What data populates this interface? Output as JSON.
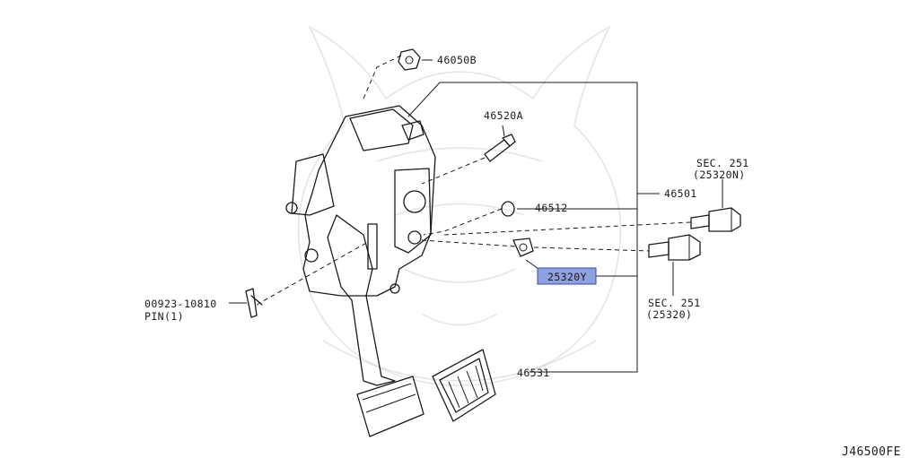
{
  "diagram": {
    "code": "J46500FE",
    "highlight_color": "#8fa0e0",
    "callouts": [
      {
        "id": "46050B",
        "text": "46050B"
      },
      {
        "id": "46520A",
        "text": "46520A"
      },
      {
        "id": "46501",
        "text": "46501"
      },
      {
        "id": "46512",
        "text": "46512"
      },
      {
        "id": "25320Y",
        "text": "25320Y",
        "highlighted": true
      },
      {
        "id": "46531",
        "text": "46531"
      },
      {
        "id": "pin",
        "text": "00923-10810",
        "sub": "PIN(1)"
      },
      {
        "id": "sec251_n",
        "text": "SEC. 251",
        "sub": "(25320N)"
      },
      {
        "id": "sec251",
        "text": "SEC. 251",
        "sub": "(25320)"
      }
    ]
  }
}
